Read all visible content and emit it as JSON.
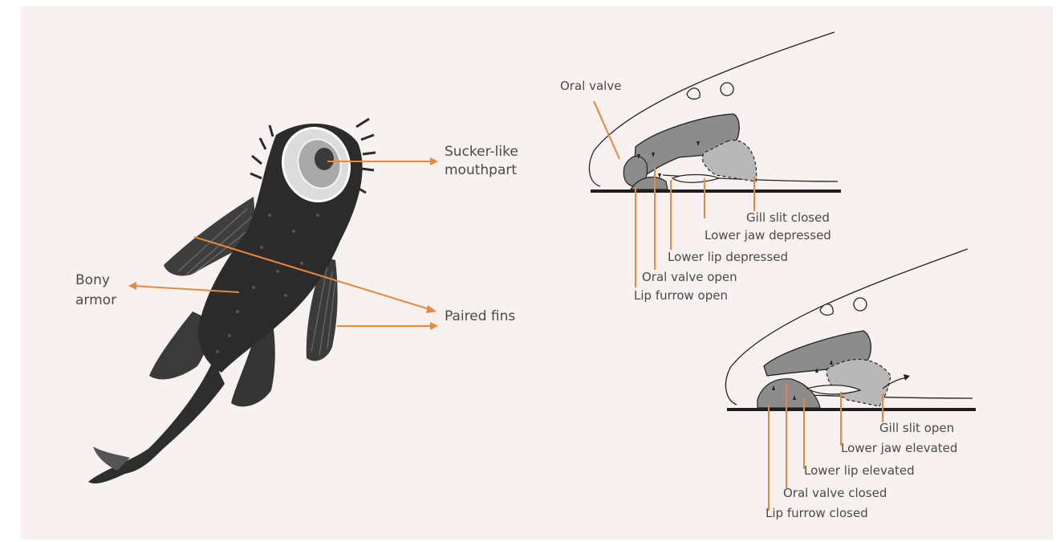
{
  "colors": {
    "panel_background": "#f7f1ef",
    "leader_line": "#e8883c",
    "label_text": "#4a4a4a",
    "tissue_dark": "#8c8c8c",
    "tissue_light": "#b8b8b8",
    "fish_body": "#2c2c2c",
    "outline": "#222222"
  },
  "photo": {
    "subject": "catfish-underside",
    "labels": {
      "sucker_mouth_line1": "Sucker-like",
      "sucker_mouth_line2": "mouthpart",
      "bony_armor_line1": "Bony",
      "bony_armor_line2": "armor",
      "paired_fins": "Paired fins"
    }
  },
  "diagram_open": {
    "oral_valve": "Oral valve",
    "gill_slit": "Gill slit closed",
    "lower_jaw": "Lower jaw depressed",
    "lower_lip": "Lower lip depressed",
    "oral_valve_state": "Oral valve open",
    "lip_furrow": "Lip furrow open"
  },
  "diagram_closed": {
    "gill_slit": "Gill slit open",
    "lower_jaw": "Lower jaw elevated",
    "lower_lip": "Lower lip elevated",
    "oral_valve_state": "Oral valve closed",
    "lip_furrow": "Lip furrow closed"
  }
}
